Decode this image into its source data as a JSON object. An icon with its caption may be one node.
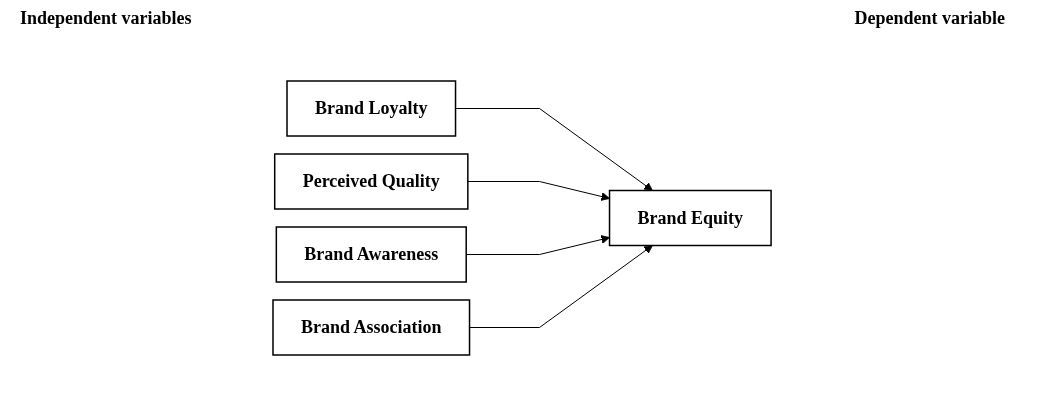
{
  "diagram": {
    "nodes": [
      {
        "text": [
          "Brand Loyalty"
        ]
      },
      {
        "text": [
          "Perceived Quality"
        ]
      },
      {
        "text": [
          "Brand Awareness"
        ]
      },
      {
        "text": [
          "Brand Association"
        ]
      },
      {
        "text": [
          "Brand Equity"
        ]
      }
    ],
    "edges": [
      {
        "from": 0,
        "to": 4,
        "arrow": "to"
      },
      {
        "from": 1,
        "to": 4,
        "arrow": "to"
      },
      {
        "from": 2,
        "to": 4,
        "arrow": "to"
      },
      {
        "from": 3,
        "to": 4,
        "arrow": "to"
      }
    ],
    "labels": [
      "Independent variables",
      "Dependent variable"
    ]
  }
}
